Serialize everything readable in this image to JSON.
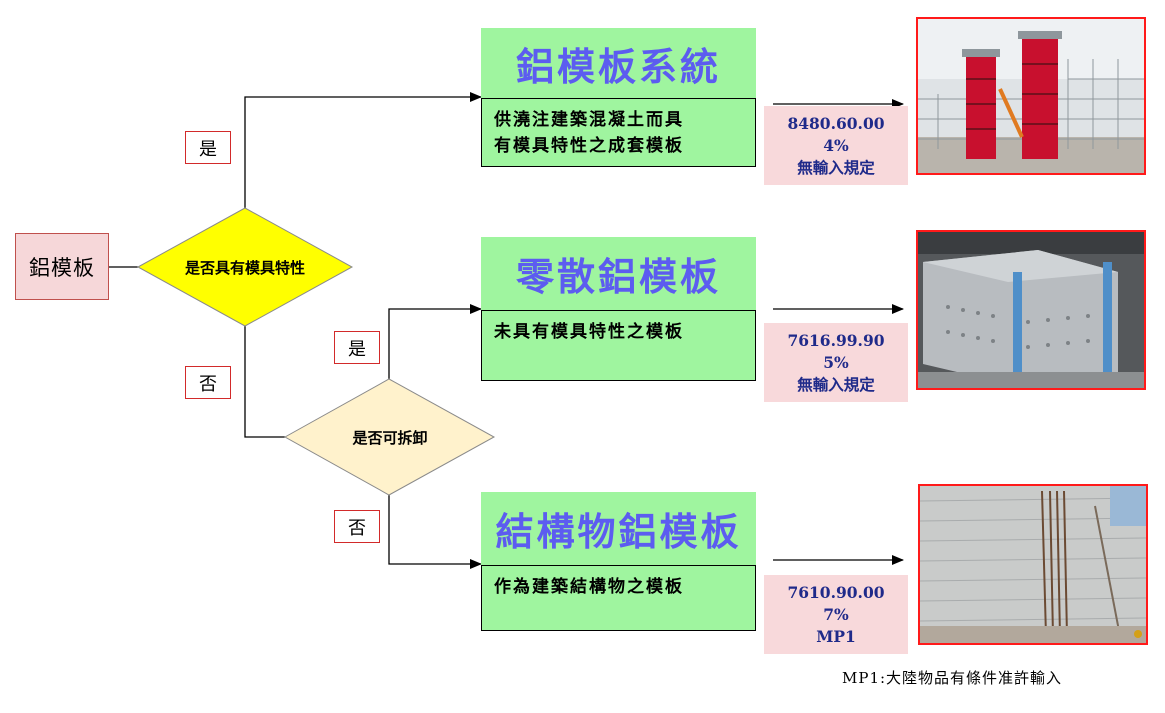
{
  "start": {
    "label": "鋁模板"
  },
  "decision1": {
    "label": "是否具有模具特性"
  },
  "decision2": {
    "label": "是否可拆卸"
  },
  "branch_labels": {
    "yes1": "是",
    "no1": "否",
    "yes2": "是",
    "no2": "否"
  },
  "outcomes": [
    {
      "title": "鋁模板系統",
      "description_lines": [
        "供澆注建築混凝土而具",
        "有模具特性之成套模板"
      ],
      "code": "8480.60.00",
      "rate": "4%",
      "rule": "無輸入規定",
      "photo_icon": "aluminum-formwork-system-photo"
    },
    {
      "title": "零散鋁模板",
      "description_lines": [
        "未具有模具特性之模板"
      ],
      "code": "7616.99.90",
      "rate": "5%",
      "rule": "無輸入規定",
      "photo_icon": "loose-aluminum-panels-photo"
    },
    {
      "title": "結構物鋁模板",
      "description_lines": [
        "作為建築結構物之模板"
      ],
      "code": "7610.90.00",
      "rate": "7%",
      "rule": "MP1",
      "photo_icon": "structural-aluminum-formwork-photo"
    }
  ],
  "footnote": "MP1:大陸物品有條件准許輸入",
  "colors": {
    "decision1_fill": "#ffff00",
    "decision2_fill": "#fff2cc",
    "title_fill": "#9ff59f",
    "title_text": "#5c5cf0",
    "code_fill": "#f8d9db",
    "code_text": "#1f2a8a",
    "photo_border": "#ff1a1a",
    "start_fill": "#f6d7d9"
  }
}
